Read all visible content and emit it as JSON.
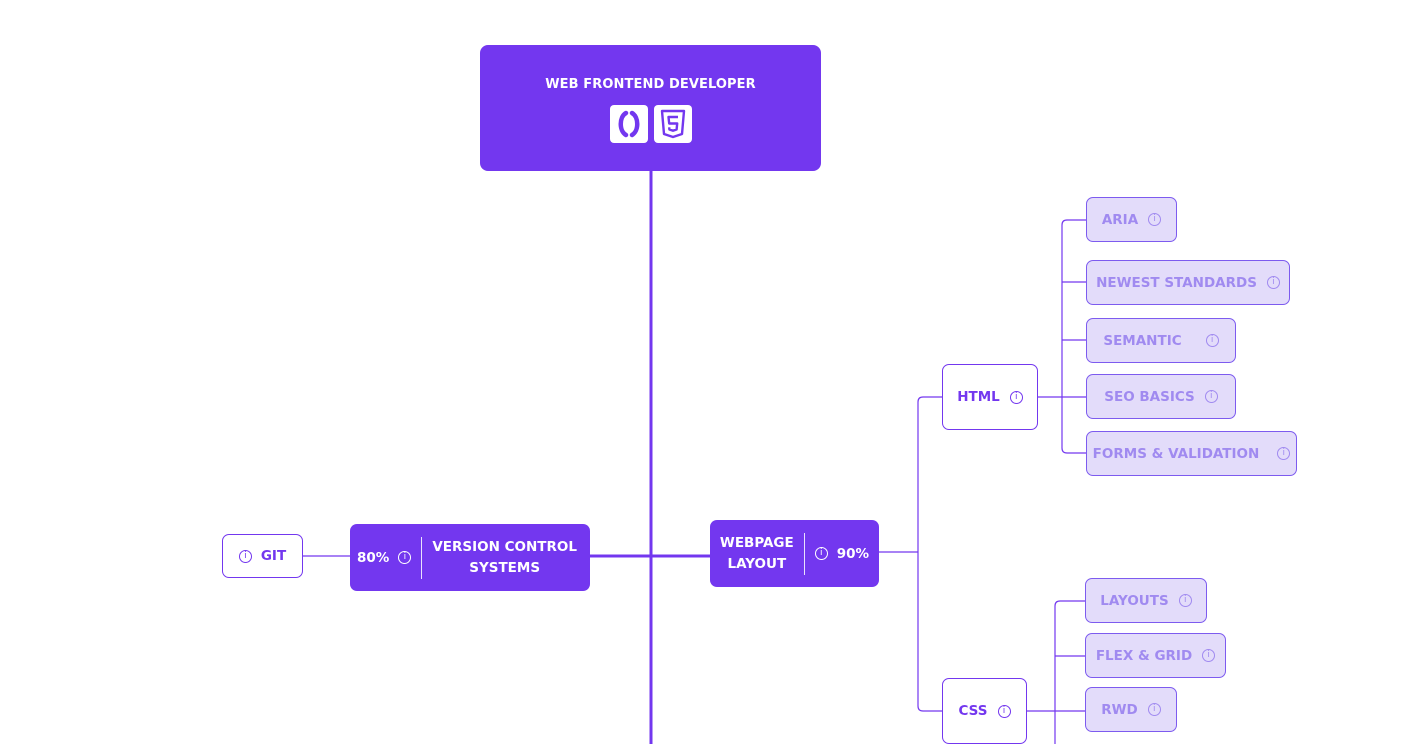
{
  "root": {
    "title": "WEB FRONTEND DEVELOPER"
  },
  "icons": {
    "info": "i"
  },
  "version_control": {
    "percent": "80%",
    "label_line1": "VERSION CONTROL",
    "label_line2": "SYSTEMS"
  },
  "git": {
    "label": "GIT"
  },
  "webpage_layout": {
    "label_line1": "WEBPAGE",
    "label_line2": "LAYOUT",
    "percent": "90%"
  },
  "html": {
    "label": "HTML",
    "children": [
      "ARIA",
      "NEWEST STANDARDS",
      "SEMANTIC",
      "SEO BASICS",
      "FORMS & VALIDATION"
    ]
  },
  "css": {
    "label": "CSS",
    "children": [
      "LAYOUTS",
      "FLEX & GRID",
      "RWD"
    ]
  },
  "colors": {
    "primary": "#7337ef",
    "sub_fill": "#e3dcfa",
    "sub_text": "#a08af0"
  }
}
